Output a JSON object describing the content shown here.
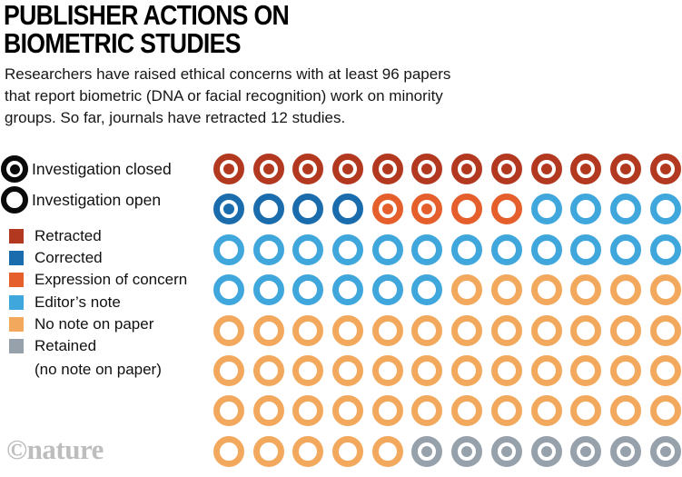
{
  "header": {
    "title_lines": [
      "PUBLISHER ACTIONS ON",
      "BIOMETRIC STUDIES"
    ],
    "subtitle_lines": [
      "Researchers have raised ethical concerns with at least 96 papers",
      "that report biometric (DNA or facial recognition) work on minority",
      "groups. So far, journals have retracted 12 studies."
    ]
  },
  "legend": {
    "investigation": [
      {
        "label": "Investigation closed",
        "state": "closed"
      },
      {
        "label": "Investigation open",
        "state": "open"
      }
    ],
    "categories": [
      {
        "label": "Retracted",
        "status": "retracted"
      },
      {
        "label": "Corrected",
        "status": "corrected"
      },
      {
        "label": "Expression of concern",
        "status": "expression_of_concern"
      },
      {
        "label": "Editor’s note",
        "status": "editors_note"
      },
      {
        "label": "No note on paper",
        "status": "no_note_on_paper"
      },
      {
        "label": "Retained",
        "sublabel": "(no note on paper)",
        "status": "retained"
      }
    ],
    "ring_color": "#0a0a0a"
  },
  "footer": {
    "brand": "©nature"
  },
  "chart_data": {
    "type": "pictogram-grid",
    "title": "Publisher actions on biometric studies",
    "unit": "paper",
    "total_units": 96,
    "columns": 12,
    "rows": 8,
    "ring_state_meaning": {
      "closed": "Investigation closed (ring with inner dot)",
      "open": "Investigation open (hollow ring)"
    },
    "status_colors": {
      "retracted": "#b23920",
      "corrected": "#1a6cad",
      "expression_of_concern": "#e45f2b",
      "editors_note": "#40a7dc",
      "no_note_on_paper": "#f2a95e",
      "retained": "#96a1ab"
    },
    "grid_rows": [
      [
        {
          "status": "retracted",
          "state": "closed",
          "count": 12
        }
      ],
      [
        {
          "status": "corrected",
          "state": "closed",
          "count": 1
        },
        {
          "status": "corrected",
          "state": "open",
          "count": 3
        },
        {
          "status": "expression_of_concern",
          "state": "closed",
          "count": 2
        },
        {
          "status": "expression_of_concern",
          "state": "open",
          "count": 2
        },
        {
          "status": "editors_note",
          "state": "open",
          "count": 4
        }
      ],
      [
        {
          "status": "editors_note",
          "state": "open",
          "count": 12
        }
      ],
      [
        {
          "status": "editors_note",
          "state": "open",
          "count": 6
        },
        {
          "status": "no_note_on_paper",
          "state": "open",
          "count": 6
        }
      ],
      [
        {
          "status": "no_note_on_paper",
          "state": "open",
          "count": 12
        }
      ],
      [
        {
          "status": "no_note_on_paper",
          "state": "open",
          "count": 12
        }
      ],
      [
        {
          "status": "no_note_on_paper",
          "state": "open",
          "count": 12
        }
      ],
      [
        {
          "status": "no_note_on_paper",
          "state": "open",
          "count": 5
        },
        {
          "status": "retained",
          "state": "closed",
          "count": 7
        }
      ]
    ],
    "summary_counts": {
      "retracted": 12,
      "corrected": 4,
      "expression_of_concern": 4,
      "editors_note": 22,
      "no_note_on_paper": 47,
      "retained": 7
    },
    "closed_investigation_counts": {
      "retracted": 12,
      "corrected": 1,
      "expression_of_concern": 2,
      "retained": 7
    }
  }
}
